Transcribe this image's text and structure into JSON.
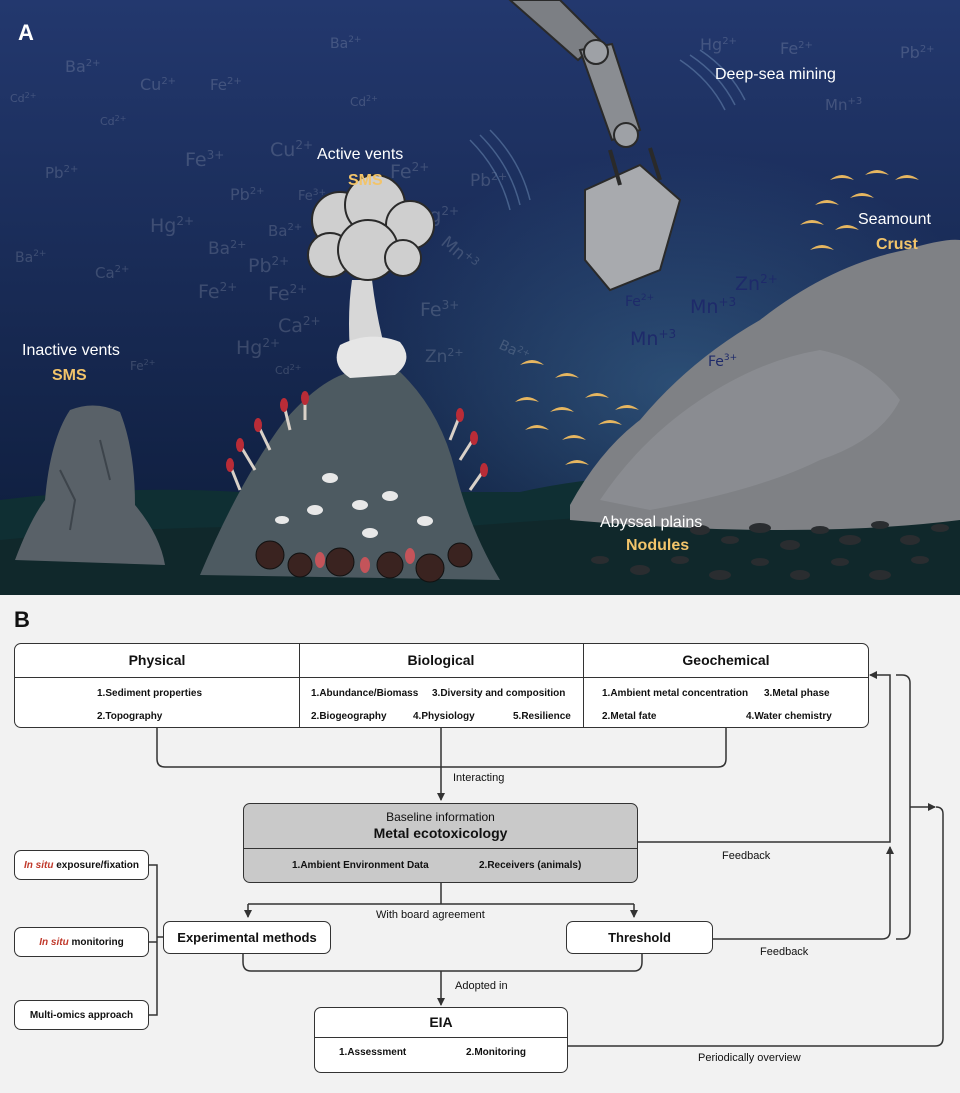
{
  "panel_a": {
    "letter": "A",
    "sites": {
      "inactive_vents": {
        "label": "Inactive vents",
        "resource": "SMS"
      },
      "active_vents": {
        "label": "Active vents",
        "resource": "SMS"
      },
      "deep_sea_mining": {
        "label": "Deep-sea mining"
      },
      "seamount": {
        "label": "Seamount",
        "resource": "Crust"
      },
      "abyssal_plains": {
        "label": "Abyssal plains",
        "resource": "Nodules"
      }
    },
    "colors": {
      "water_top": "#23386e",
      "water_bottom": "#0d1c3a",
      "highlight": "#f2c46a"
    }
  },
  "panel_b": {
    "letter": "B",
    "baseline_categories": {
      "physical": {
        "title": "Physical",
        "items": [
          "1.Sediment properties",
          "2.Topography"
        ]
      },
      "biological": {
        "title": "Biological",
        "items": [
          "1.Abundance/Biomass",
          "3.Diversity and composition",
          "2.Biogeography",
          "4.Physiology",
          "5.Resilience"
        ]
      },
      "geochemical": {
        "title": "Geochemical",
        "items": [
          "1.Ambient metal concentration",
          "3.Metal phase",
          "2.Metal fate",
          "4.Water chemistry"
        ]
      }
    },
    "baseline": {
      "title": "Baseline information",
      "subtitle": "Metal ecotoxicology",
      "items": [
        "1.Ambient Environment Data",
        "2.Receivers (animals)"
      ]
    },
    "methods": [
      {
        "prefix": "In situ",
        "suffix": " exposure/fixation"
      },
      {
        "prefix": "In situ",
        "suffix": " monitoring"
      },
      {
        "prefix": "",
        "suffix": "Multi-omics approach"
      }
    ],
    "experimental_methods": "Experimental methods",
    "threshold": "Threshold",
    "eia": {
      "title": "EIA",
      "items": [
        "1.Assessment",
        "2.Monitoring"
      ]
    },
    "labels": {
      "interacting": "Interacting",
      "with_board_agreement": "With board agreement",
      "adopted_in": "Adopted in",
      "feedback_1": "Feedback",
      "feedback_2": "Feedback",
      "periodically_overview": "Periodically overview"
    },
    "colors": {
      "baseline_fill": "#c9c9c9",
      "in_situ": "#c0392b"
    }
  }
}
